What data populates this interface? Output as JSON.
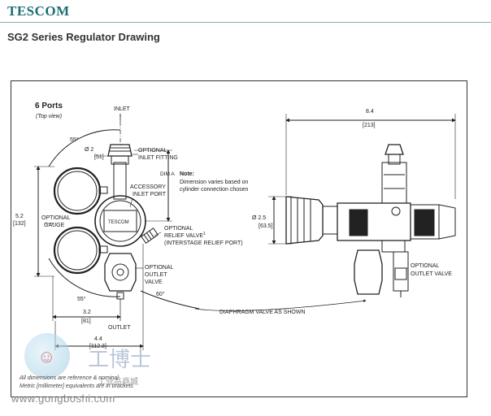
{
  "brand": {
    "name": "TESCOM"
  },
  "page": {
    "title": "SG2 Series Regulator Drawing"
  },
  "left_view": {
    "heading": "6 Ports",
    "subheading": "(Top view)",
    "inlet": "INLET",
    "angle_top": "55°",
    "angle_bottom": "55°",
    "angle_right": "60°",
    "dia2_label": "Ø  2",
    "dia2_mm": "[51]",
    "optional_inlet_fitting_1": "OPTIONAL",
    "optional_inlet_fitting_2": "INLET FITTING",
    "dim_a": "DIM A",
    "accessory_1": "ACCESSORY",
    "accessory_2": "INLET PORT",
    "dim_52": "5.2",
    "dim_52_mm": "[132]",
    "optional_gauge_1": "OPTIONAL",
    "optional_gauge_2": "GAUGE",
    "body_brand": "TESCOM",
    "relief_1": "OPTIONAL",
    "relief_2": "RELIEF VALVE",
    "relief_sup": "1",
    "relief_3": "(INTERSTAGE RELIEF PORT)",
    "outlet_valve_1": "OPTIONAL",
    "outlet_valve_2": "OUTLET",
    "outlet_valve_3": "VALVE",
    "dim_32": "3.2",
    "dim_32_mm": "[81]",
    "outlet": "OUTLET",
    "dim_44": "4.4",
    "dim_44_mm": "[112.3]"
  },
  "note": {
    "label": "Note:",
    "line1": "Dimension varies based on",
    "line2": "cylinder connection chosen"
  },
  "right_view": {
    "dim_84": "8.4",
    "dim_84_mm": "[213]",
    "dia25": "Ø  2.5",
    "dia25_mm": "[63.5]",
    "optional_outlet_1": "OPTIONAL",
    "optional_outlet_2": "OUTLET VALVE"
  },
  "diaphragm_label": "DIAPHRAGM VALVE AS SHOWN",
  "footnotes": {
    "line1": "All dimensions are reference & nominal",
    "line2": "Metric [millimeter] equivalents are in brackets"
  },
  "watermark": {
    "cn": "工博士",
    "mall": "工业品商城",
    "url": "www.gongboshi.com"
  }
}
